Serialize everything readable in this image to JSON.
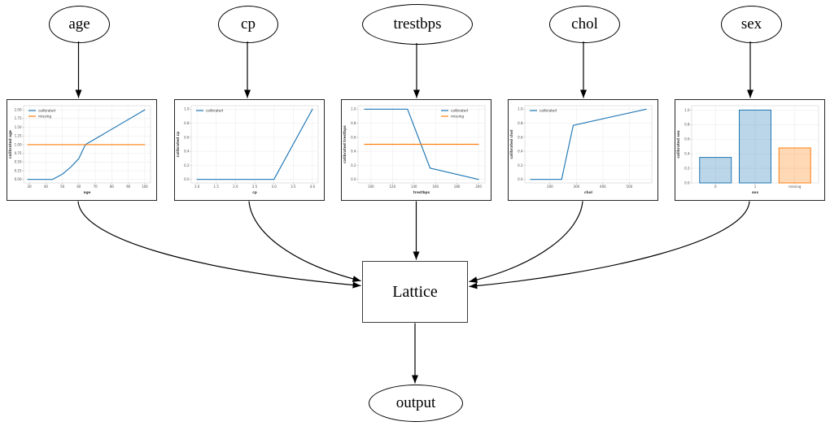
{
  "diagram": {
    "inputs": [
      {
        "id": "age",
        "label": "age"
      },
      {
        "id": "cp",
        "label": "cp"
      },
      {
        "id": "trestbps",
        "label": "trestbps"
      },
      {
        "id": "chol",
        "label": "chol"
      },
      {
        "id": "sex",
        "label": "sex"
      }
    ],
    "lattice": {
      "label": "Lattice"
    },
    "output": {
      "label": "output"
    }
  },
  "colors": {
    "calibrated_line": "#1f77b4",
    "missing_line": "#ff7f0e",
    "edge": "#000000",
    "node_border": "#000000",
    "grid": "#ebebeb"
  },
  "chart_data": [
    {
      "id": "age",
      "type": "line",
      "xlabel": "age",
      "ylabel": "calibrated age",
      "xlim": [
        26.5,
        103.5
      ],
      "ylim": [
        -0.1,
        2.12
      ],
      "xticks": {
        "values": [
          30,
          40,
          50,
          60,
          70,
          80,
          90,
          100
        ],
        "labels": [
          "30",
          "40",
          "50",
          "60",
          "70",
          "80",
          "90",
          "100"
        ]
      },
      "yticks": {
        "values": [
          0,
          0.25,
          0.5,
          0.75,
          1,
          1.25,
          1.5,
          1.75,
          2
        ],
        "labels": [
          "0.00",
          "0.25",
          "0.50",
          "0.75",
          "1.00",
          "1.25",
          "1.50",
          "1.75",
          "2.00"
        ]
      },
      "legend_position": "top-left",
      "grid": true,
      "series": [
        {
          "name": "calibrated",
          "color": "#1f77b4",
          "x": [
            29,
            44,
            50,
            55,
            60,
            64,
            100
          ],
          "y": [
            0,
            0,
            0.15,
            0.35,
            0.6,
            1.0,
            2.0
          ]
        },
        {
          "name": "missing",
          "color": "#ff7f0e",
          "x": [
            29,
            100
          ],
          "y": [
            1.0,
            1.0
          ]
        }
      ]
    },
    {
      "id": "cp",
      "type": "line",
      "xlabel": "cp",
      "ylabel": "calibrated cp",
      "xlim": [
        0.85,
        4.15
      ],
      "ylim": [
        -0.05,
        1.05
      ],
      "xticks": {
        "values": [
          1,
          1.5,
          2,
          2.5,
          3,
          3.5,
          4
        ],
        "labels": [
          "1.0",
          "1.5",
          "2.0",
          "2.5",
          "3.0",
          "3.5",
          "4.0"
        ]
      },
      "yticks": {
        "values": [
          0,
          0.2,
          0.4,
          0.6,
          0.8,
          1
        ],
        "labels": [
          "0.0",
          "0.2",
          "0.4",
          "0.6",
          "0.8",
          "1.0"
        ]
      },
      "legend_position": "top-left",
      "grid": true,
      "series": [
        {
          "name": "calibrated",
          "color": "#1f77b4",
          "x": [
            1,
            3,
            4
          ],
          "y": [
            0,
            0,
            1.0
          ]
        }
      ]
    },
    {
      "id": "trestbps",
      "type": "line",
      "xlabel": "trestbps",
      "ylabel": "calibrated trestbps",
      "xlim": [
        88,
        206
      ],
      "ylim": [
        -0.05,
        1.05
      ],
      "xticks": {
        "values": [
          100,
          120,
          140,
          160,
          180,
          200
        ],
        "labels": [
          "100",
          "120",
          "140",
          "160",
          "180",
          "200"
        ]
      },
      "yticks": {
        "values": [
          0,
          0.2,
          0.4,
          0.6,
          0.8,
          1
        ],
        "labels": [
          "0.0",
          "0.2",
          "0.4",
          "0.6",
          "0.8",
          "1.0"
        ]
      },
      "legend_position": "top-right",
      "grid": true,
      "series": [
        {
          "name": "calibrated",
          "color": "#1f77b4",
          "x": [
            94,
            134,
            155,
            200
          ],
          "y": [
            1.0,
            1.0,
            0.16,
            0.0
          ]
        },
        {
          "name": "missing",
          "color": "#ff7f0e",
          "x": [
            94,
            200
          ],
          "y": [
            0.5,
            0.5
          ]
        }
      ]
    },
    {
      "id": "chol",
      "type": "line",
      "xlabel": "chol",
      "ylabel": "calibrated chol",
      "xlim": [
        105,
        585
      ],
      "ylim": [
        -0.05,
        1.05
      ],
      "xticks": {
        "values": [
          200,
          300,
          400,
          500
        ],
        "labels": [
          "200",
          "300",
          "400",
          "500"
        ]
      },
      "yticks": {
        "values": [
          0,
          0.2,
          0.4,
          0.6,
          0.8,
          1
        ],
        "labels": [
          "0.0",
          "0.2",
          "0.4",
          "0.6",
          "0.8",
          "1.0"
        ]
      },
      "legend_position": "top-left",
      "grid": true,
      "series": [
        {
          "name": "calibrated",
          "color": "#1f77b4",
          "x": [
            126,
            244,
            288,
            564
          ],
          "y": [
            0,
            0,
            0.77,
            1.0
          ]
        }
      ]
    },
    {
      "id": "sex",
      "type": "bar",
      "xlabel": "sex",
      "ylabel": "calibrated sex",
      "ylim": [
        0,
        1.06
      ],
      "yticks": {
        "values": [
          0,
          0.2,
          0.4,
          0.6,
          0.8,
          1
        ],
        "labels": [
          "0.0",
          "0.2",
          "0.4",
          "0.6",
          "0.8",
          "1.0"
        ]
      },
      "categories": [
        "0",
        "1",
        "missing"
      ],
      "values": [
        0.35,
        1.0,
        0.48
      ],
      "bar_fill_colors": [
        "rgba(31,119,180,0.3)",
        "rgba(31,119,180,0.3)",
        "rgba(255,127,14,0.3)"
      ],
      "bar_edge_colors": [
        "#1f77b4",
        "#1f77b4",
        "#ff7f0e"
      ],
      "grid": true
    }
  ]
}
